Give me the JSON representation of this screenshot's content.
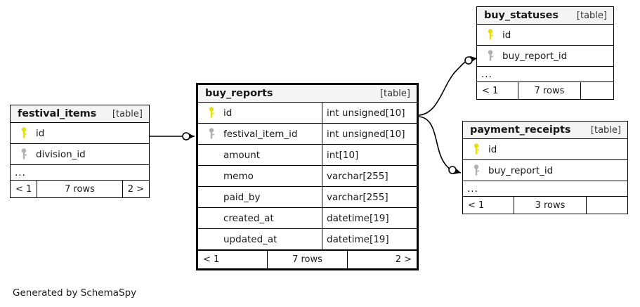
{
  "diagram": {
    "caption": "Generated by SchemaSpy",
    "table_tag": "[table]",
    "ellipsis": "...",
    "colors": {
      "primary_key": "#e8e100",
      "foreign_key": "#b0b0b0",
      "header_bg": "#f4f4f4",
      "border": "#000000",
      "text": "#1a1a1a"
    }
  },
  "tables": {
    "festival_items": {
      "name": "festival_items",
      "tag": "[table]",
      "columns": [
        {
          "icon": "primary-key-icon",
          "name": "id",
          "type": ""
        },
        {
          "icon": "foreign-key-icon",
          "name": "division_id",
          "type": ""
        }
      ],
      "more": "...",
      "footer": {
        "prev": "< 1",
        "rows": "7 rows",
        "next": "2 >"
      }
    },
    "buy_reports": {
      "name": "buy_reports",
      "tag": "[table]",
      "columns": [
        {
          "icon": "primary-key-icon",
          "name": "id",
          "type": "int unsigned[10]"
        },
        {
          "icon": "foreign-key-icon",
          "name": "festival_item_id",
          "type": "int unsigned[10]"
        },
        {
          "icon": "none",
          "name": "amount",
          "type": "int[10]"
        },
        {
          "icon": "none",
          "name": "memo",
          "type": "varchar[255]"
        },
        {
          "icon": "none",
          "name": "paid_by",
          "type": "varchar[255]"
        },
        {
          "icon": "none",
          "name": "created_at",
          "type": "datetime[19]"
        },
        {
          "icon": "none",
          "name": "updated_at",
          "type": "datetime[19]"
        }
      ],
      "footer": {
        "prev": "< 1",
        "rows": "7 rows",
        "next": "2 >"
      }
    },
    "buy_statuses": {
      "name": "buy_statuses",
      "tag": "[table]",
      "columns": [
        {
          "icon": "primary-key-icon",
          "name": "id",
          "type": ""
        },
        {
          "icon": "foreign-key-icon",
          "name": "buy_report_id",
          "type": ""
        }
      ],
      "more": "...",
      "footer": {
        "prev": "< 1",
        "rows": "7 rows",
        "next": ""
      }
    },
    "payment_receipts": {
      "name": "payment_receipts",
      "tag": "[table]",
      "columns": [
        {
          "icon": "primary-key-icon",
          "name": "id",
          "type": ""
        },
        {
          "icon": "foreign-key-icon",
          "name": "buy_report_id",
          "type": ""
        }
      ],
      "more": "...",
      "footer": {
        "prev": "< 1",
        "rows": "3 rows",
        "next": ""
      }
    }
  },
  "relationships": [
    {
      "from": "festival_items.id",
      "to": "buy_reports.festival_item_id",
      "notation": "zero-or-more"
    },
    {
      "from": "buy_reports.id",
      "to": "buy_statuses.buy_report_id",
      "notation": "zero-or-more"
    },
    {
      "from": "buy_reports.id",
      "to": "payment_receipts.buy_report_id",
      "notation": "zero-or-more"
    }
  ]
}
